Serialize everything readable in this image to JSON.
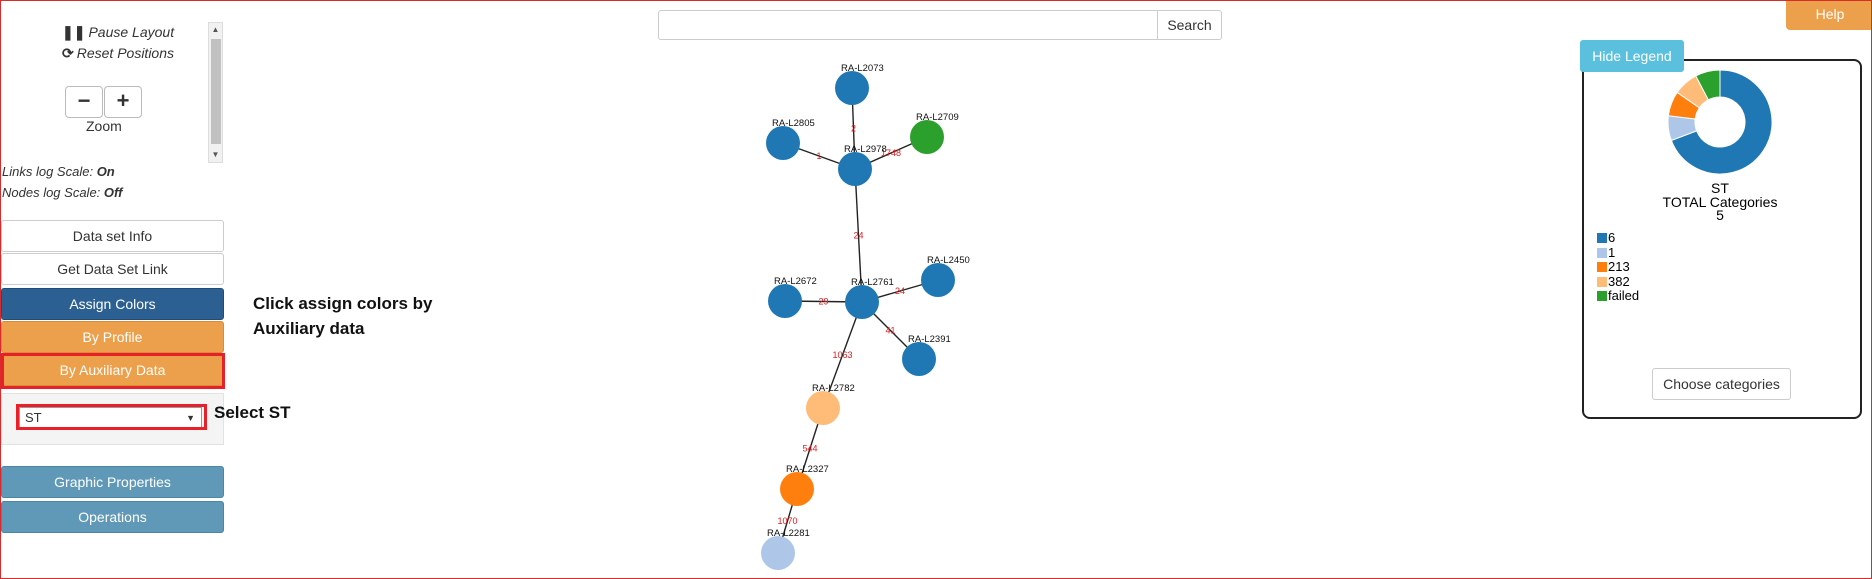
{
  "controls": {
    "pause_layout": "Pause Layout",
    "reset_positions": "Reset Positions",
    "zoom_out": "−",
    "zoom_in": "+",
    "zoom_label": "Zoom",
    "links_log_scale_label": "Links log Scale:",
    "links_log_scale_value": "On",
    "nodes_log_scale_label": "Nodes log Scale:",
    "nodes_log_scale_value": "Off"
  },
  "menu": {
    "data_set_info": "Data set Info",
    "get_data_set_link": "Get Data Set Link",
    "assign_colors": "Assign Colors",
    "by_profile": "By Profile",
    "by_auxiliary_data": "By Auxiliary Data",
    "selected_field": "ST",
    "graphic_properties": "Graphic Properties",
    "operations": "Operations"
  },
  "annotations": {
    "assign_line1": "Click assign colors by",
    "assign_line2": "Auxiliary data",
    "select_st": "Select ST"
  },
  "search": {
    "placeholder": "",
    "button": "Search"
  },
  "help": "Help",
  "legend": {
    "toggle": "Hide Legend",
    "field": "ST",
    "total_label": "TOTAL Categories",
    "total_value": "5",
    "choose_categories": "Choose categories",
    "categories": [
      {
        "label": "6",
        "color": "#1f77b4",
        "count": 9
      },
      {
        "label": "1",
        "color": "#aec7e8",
        "count": 1
      },
      {
        "label": "213",
        "color": "#ff7f0e",
        "count": 1
      },
      {
        "label": "382",
        "color": "#ffbb78",
        "count": 1
      },
      {
        "label": "failed",
        "color": "#2ca02c",
        "count": 1
      }
    ]
  },
  "graph": {
    "nodes": [
      {
        "id": "RA-L2073",
        "category": "6"
      },
      {
        "id": "RA-L2805",
        "category": "6"
      },
      {
        "id": "RA-L2978",
        "category": "6"
      },
      {
        "id": "RA-L2709",
        "category": "failed"
      },
      {
        "id": "RA-L2672",
        "category": "6"
      },
      {
        "id": "RA-L2761",
        "category": "6"
      },
      {
        "id": "RA-L2450",
        "category": "6"
      },
      {
        "id": "RA-L2391",
        "category": "6"
      },
      {
        "id": "RA-L2782",
        "category": "382"
      },
      {
        "id": "RA-L2327",
        "category": "213"
      },
      {
        "id": "RA-L2281",
        "category": "1"
      }
    ],
    "links": [
      {
        "source": "RA-L2073",
        "target": "RA-L2978",
        "label": "2"
      },
      {
        "source": "RA-L2805",
        "target": "RA-L2978",
        "label": "1"
      },
      {
        "source": "RA-L2709",
        "target": "RA-L2978",
        "label": "1748"
      },
      {
        "source": "RA-L2978",
        "target": "RA-L2761",
        "label": "24"
      },
      {
        "source": "RA-L2672",
        "target": "RA-L2761",
        "label": "29"
      },
      {
        "source": "RA-L2450",
        "target": "RA-L2761",
        "label": "24"
      },
      {
        "source": "RA-L2391",
        "target": "RA-L2761",
        "label": "41"
      },
      {
        "source": "RA-L2761",
        "target": "RA-L2782",
        "label": "1063"
      },
      {
        "source": "RA-L2782",
        "target": "RA-L2327",
        "label": "544"
      },
      {
        "source": "RA-L2327",
        "target": "RA-L2281",
        "label": "1070"
      }
    ]
  }
}
